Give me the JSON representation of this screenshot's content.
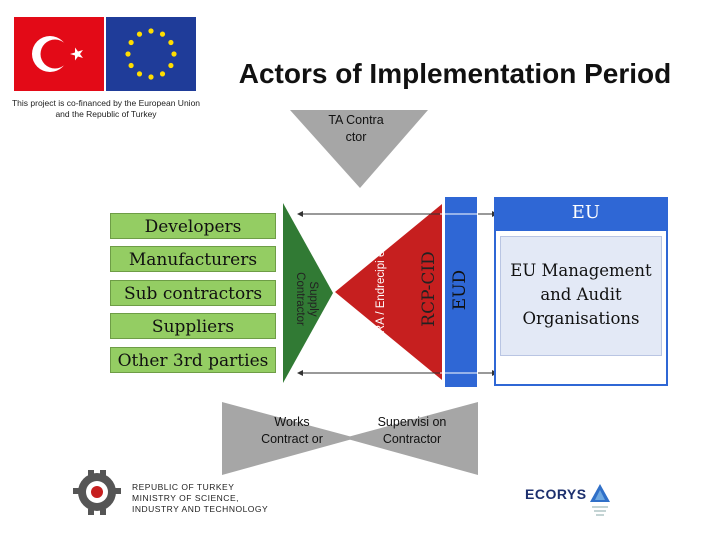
{
  "header": {
    "title": "Actors of Implementation Period",
    "cofinanced": "This project is co-financed by the European Union and the Republic of Turkey"
  },
  "actors": {
    "bars": [
      "Developers",
      "Manufacturers",
      "Sub contractors",
      "Suppliers",
      "Other 3rd parties"
    ],
    "supply_contractor": "Supply Contractor",
    "era": "ERA / Endrecipi ent",
    "rcp_cid": "RCP-CID",
    "eud": "EUD"
  },
  "triangles": {
    "ta": "TA Contra ctor",
    "works": "Works Contract or",
    "supervision": "Supervisi on Contractor"
  },
  "eu_box": {
    "header": "EU",
    "body": "EU Management and Audit Organisations"
  },
  "footer": {
    "ministry": "REPUBLIC OF TURKEY MINISTRY OF SCIENCE, INDUSTRY AND TECHNOLOGY",
    "ecorys": "ECORYS"
  },
  "colors": {
    "green": "#94cd63",
    "dark_green": "#317a34",
    "red": "#c61f1f",
    "blue": "#2f67d5",
    "gray": "#a6a6a6"
  }
}
